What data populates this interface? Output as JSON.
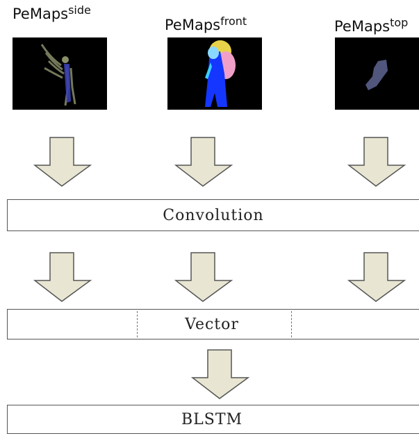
{
  "maps": [
    {
      "base": "PeMaps",
      "sup": "side"
    },
    {
      "base": "PeMaps",
      "sup": "front"
    },
    {
      "base": "PeMaps",
      "sup": "top"
    }
  ],
  "layers": {
    "convolution": "Convolution",
    "vector": "Vector",
    "blstm": "BLSTM"
  }
}
